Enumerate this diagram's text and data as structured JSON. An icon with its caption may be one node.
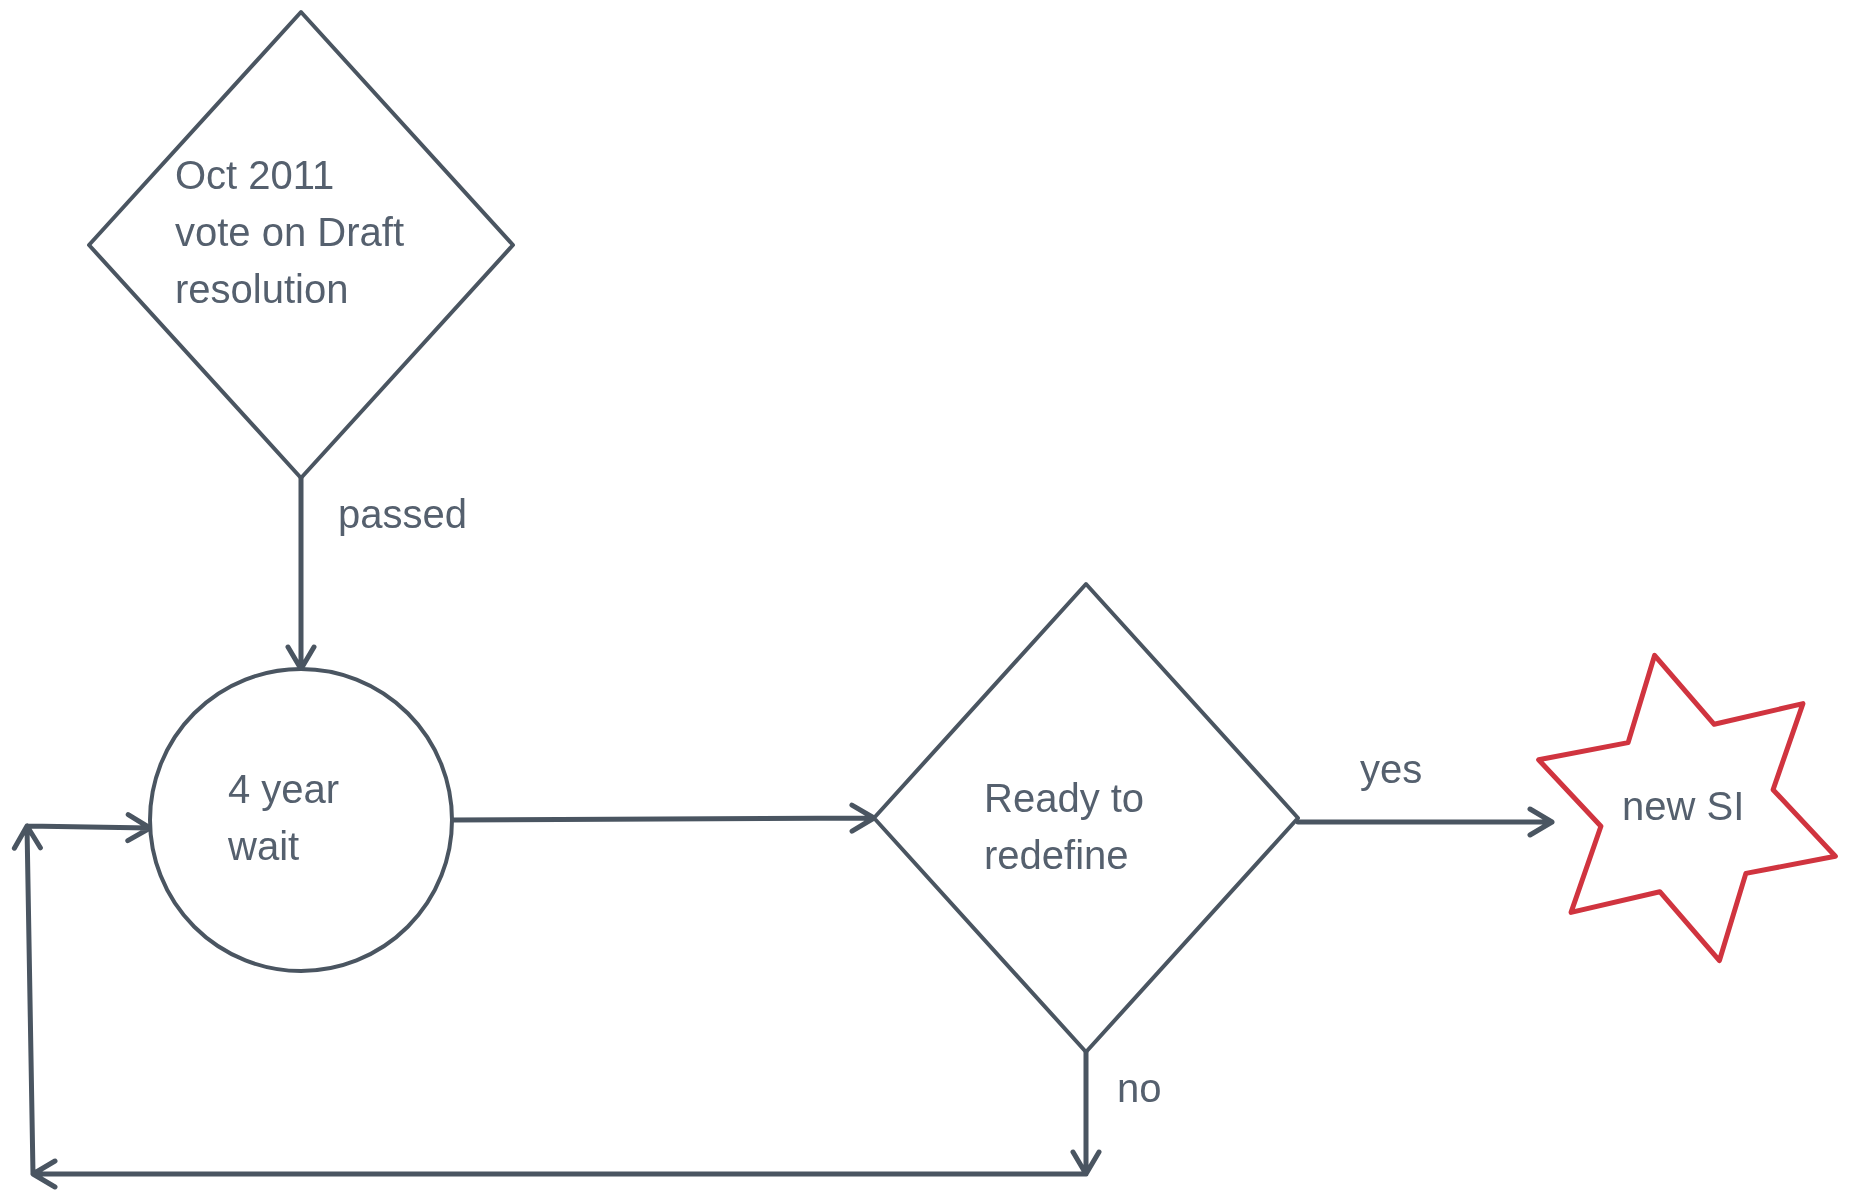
{
  "diagram": {
    "nodes": [
      {
        "text": [
          "Oct 2011 vote on Draft resolution"
        ]
      },
      {
        "text": [
          "4 year wait"
        ]
      },
      {
        "text": [
          "Ready to redefine"
        ]
      },
      {
        "text": [
          "new SI"
        ]
      }
    ],
    "edges": [
      {
        "from": 0,
        "to": 1,
        "arrow": "to",
        "label": "passed"
      },
      {
        "from": 1,
        "to": 2,
        "arrow": "to"
      },
      {
        "from": 2,
        "to": 3,
        "arrow": "to",
        "label": "yes"
      },
      {
        "from": 2,
        "to": 1,
        "arrow": "to",
        "label": "no"
      }
    ]
  }
}
